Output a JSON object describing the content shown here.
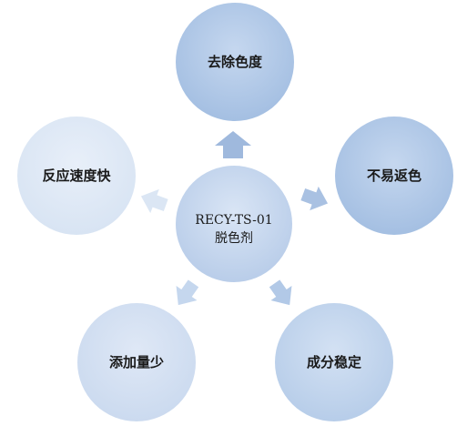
{
  "diagram": {
    "type": "radial",
    "center": {
      "lines": [
        "RECY-TS-01",
        "脱色剂"
      ]
    },
    "nodes": [
      {
        "label": "去除色度",
        "shade": "strong"
      },
      {
        "label": "不易返色",
        "shade": "strong"
      },
      {
        "label": "成分稳定",
        "shade": "medium"
      },
      {
        "label": "添加量少",
        "shade": "light"
      },
      {
        "label": "反应速度快",
        "shade": "faint"
      }
    ],
    "colors": {
      "strong": "#a4bfe2",
      "medium": "#b7cde9",
      "light": "#cbdaef",
      "faint": "#dbe6f4",
      "center": "#c3d5ec",
      "arrow_strong": "#9fb9dd",
      "arrow_light": "#cedcef"
    }
  }
}
